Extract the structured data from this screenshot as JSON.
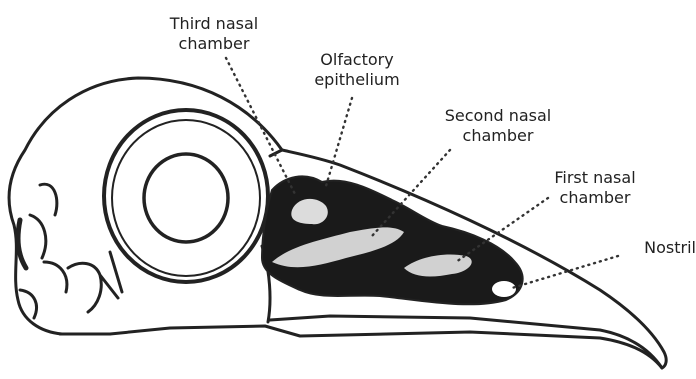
{
  "diagram": {
    "labels": {
      "third_nasal_chamber": [
        "Third nasal",
        "chamber"
      ],
      "olfactory_epithelium": [
        "Olfactory",
        "epithelium"
      ],
      "second_nasal_chamber": [
        "Second nasal",
        "chamber"
      ],
      "first_nasal_chamber": [
        "First nasal",
        "chamber"
      ],
      "nostril": [
        "Nostril"
      ]
    },
    "colors": {
      "outline": "#222222",
      "chamber_fill": "#1a1a1a",
      "highlight": "#ffffff",
      "leader": "#333333"
    }
  }
}
